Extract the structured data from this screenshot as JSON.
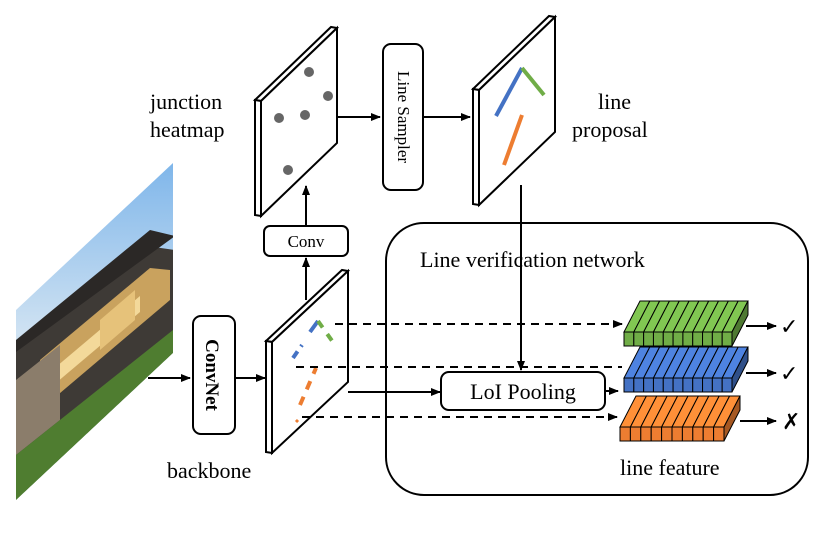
{
  "labels": {
    "junction_heatmap_line1": "junction",
    "junction_heatmap_line2": "heatmap",
    "line_proposal_line1": "line",
    "line_proposal_line2": "proposal",
    "backbone": "backbone",
    "line_feature": "line feature",
    "network_title": "Line verification  network"
  },
  "boxes": {
    "convnet": "ConvNet",
    "conv": "Conv",
    "line_sampler": "Line Sampler",
    "loi_pooling": "LoI Pooling"
  },
  "outputs": {
    "green_mark": "✓",
    "blue_mark": "✓",
    "orange_mark": "✗"
  },
  "colors": {
    "line_blue": "#4472C4",
    "line_green": "#70AD47",
    "line_orange": "#ED7D31",
    "feature_green": "#70AD47",
    "feature_blue": "#4472C4",
    "feature_orange": "#ED7D31",
    "stroke": "#000000"
  },
  "icons": {
    "input_photo": "house-photo",
    "accept": "check-icon",
    "reject": "cross-icon"
  }
}
